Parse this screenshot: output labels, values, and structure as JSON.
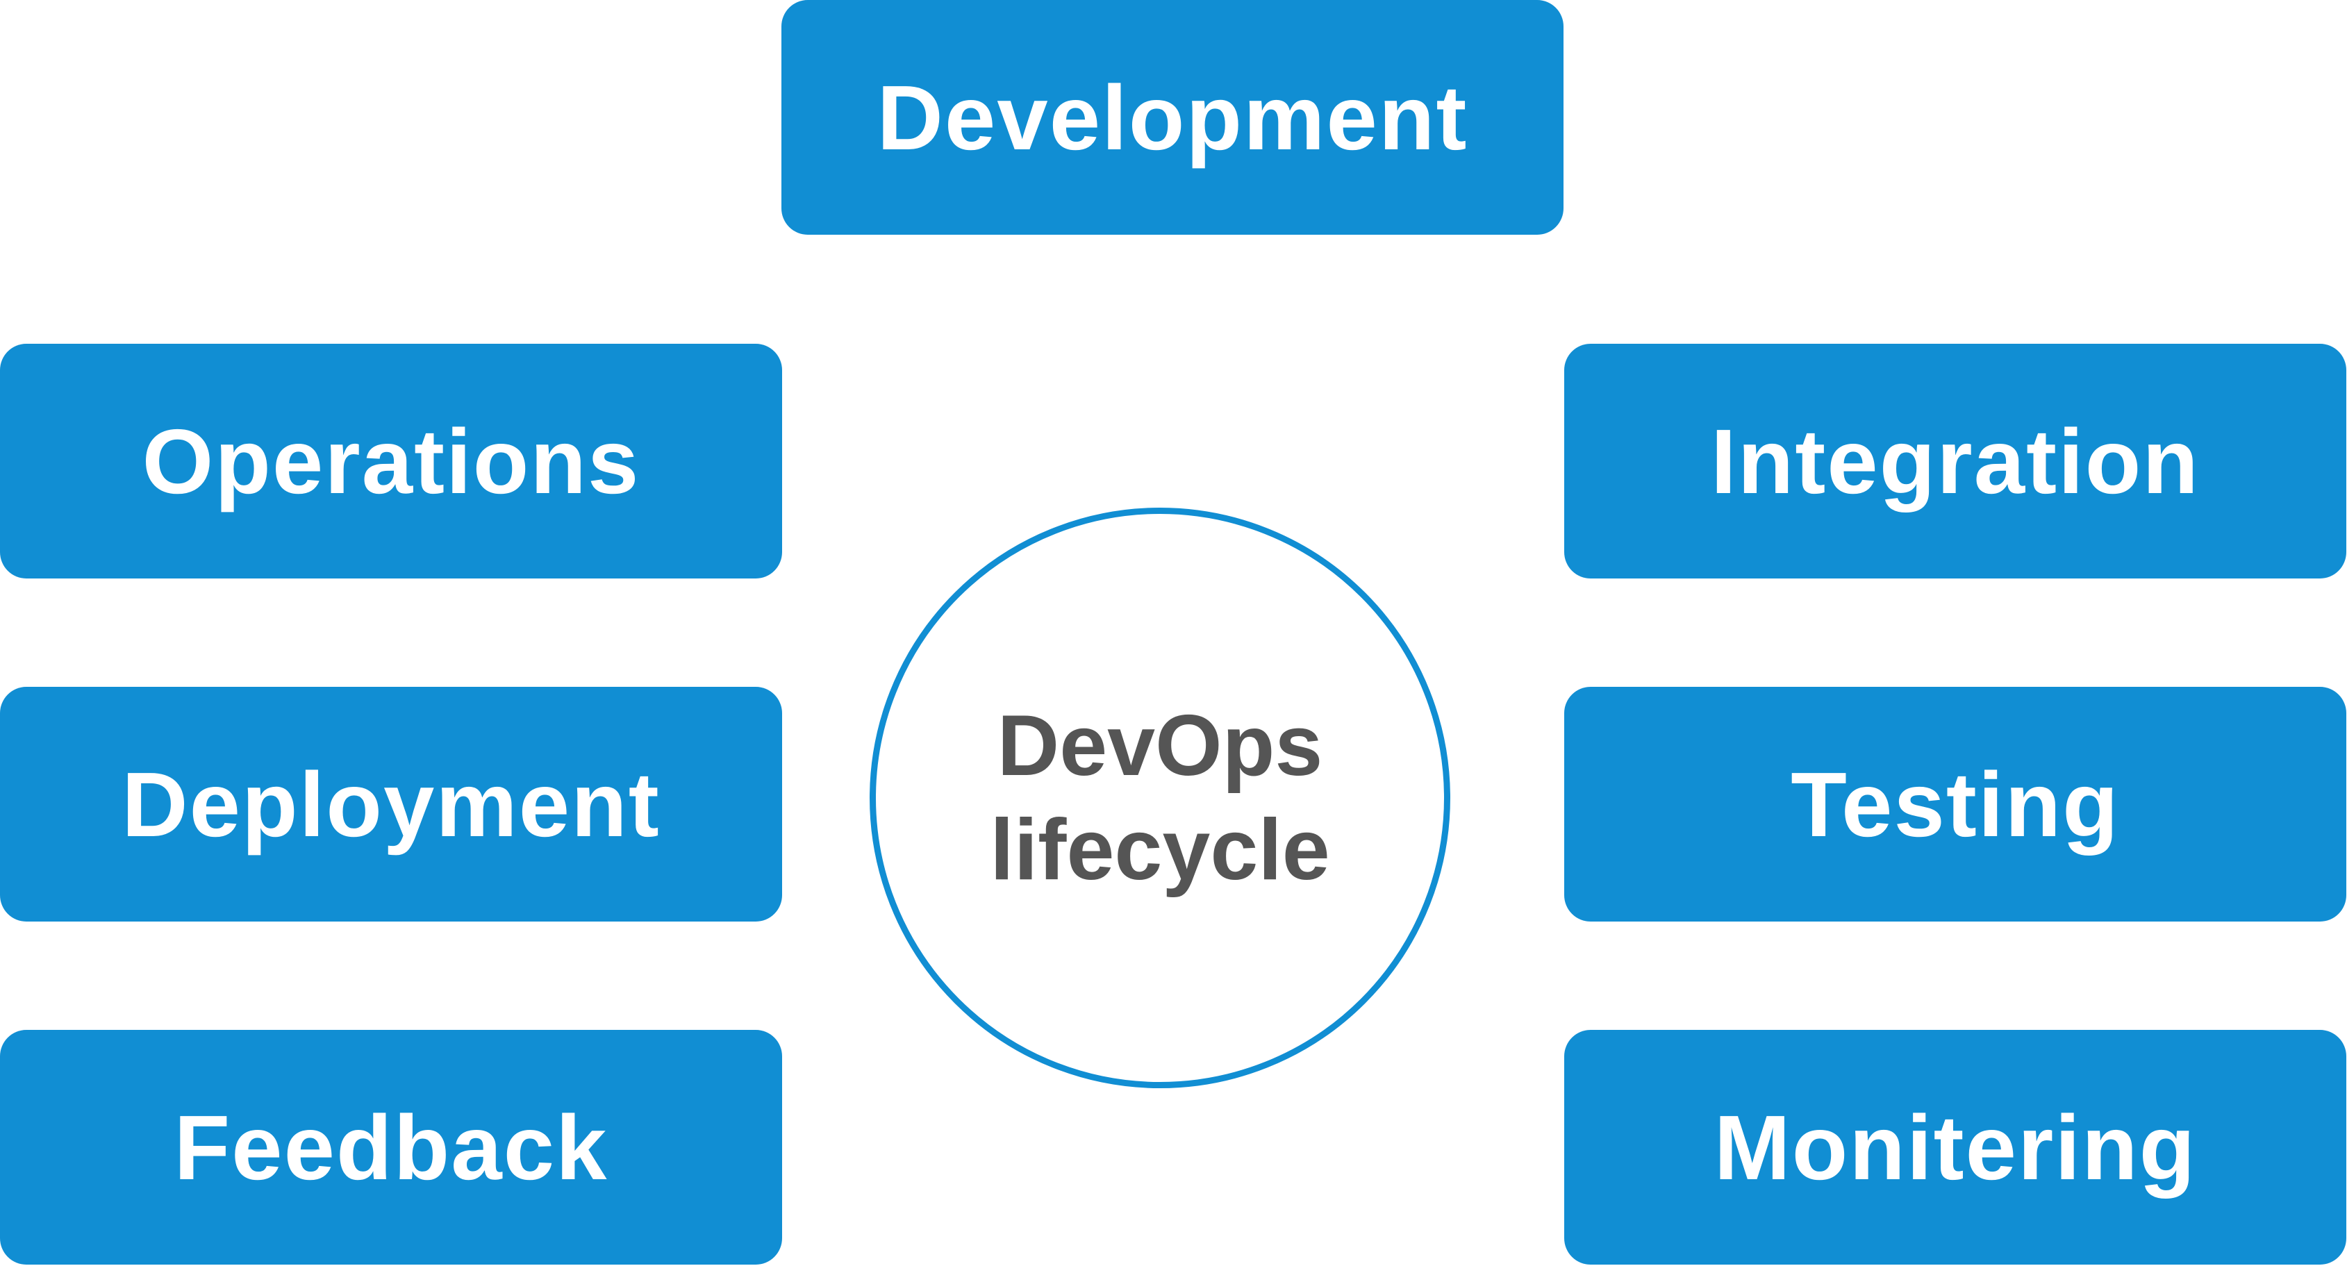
{
  "title": "DevOps lifecycle",
  "center": {
    "line1": "DevOps",
    "line2": "lifecycle"
  },
  "stages": {
    "top": "Development",
    "left": [
      "Operations",
      "Deployment",
      "Feedback"
    ],
    "right": [
      "Integration",
      "Testing",
      "Monitering"
    ]
  },
  "colors": {
    "accent": "#118ed3",
    "center_text": "#555555"
  }
}
